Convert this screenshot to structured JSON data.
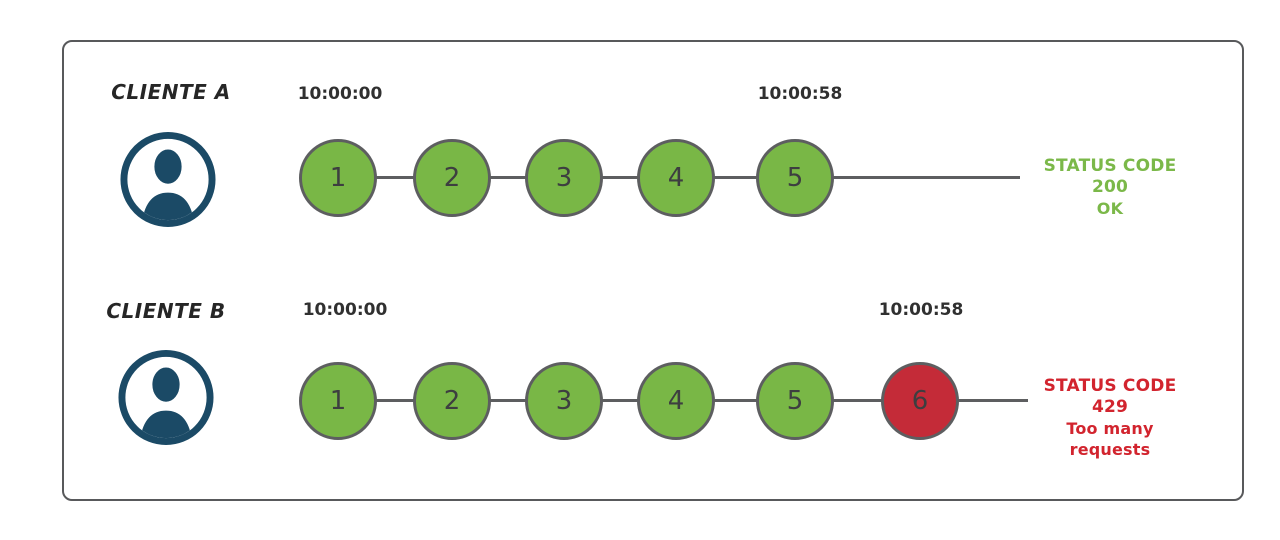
{
  "clients": [
    {
      "label": "CLIENTE A",
      "start_time": "10:00:00",
      "end_time": "10:00:58",
      "requests": [
        "1",
        "2",
        "3",
        "4",
        "5"
      ],
      "status": {
        "code_line": "STATUS CODE 200",
        "message": "OK",
        "color": "#7bb849"
      }
    },
    {
      "label": "CLIENTE B",
      "start_time": "10:00:00",
      "end_time": "10:00:58",
      "requests": [
        "1",
        "2",
        "3",
        "4",
        "5",
        "6"
      ],
      "status": {
        "code_line": "STATUS CODE 429",
        "message": "Too many requests",
        "color": "#d2242e"
      }
    }
  ],
  "colors": {
    "request_ok": "#79b746",
    "request_blocked": "#c42b38",
    "icon_navy": "#1b4a66",
    "line_gray": "#5d5e60",
    "frame_border": "#58595b",
    "timestamp_text": "#303030",
    "status_ok": "#7bb849",
    "status_error": "#d2242e"
  }
}
